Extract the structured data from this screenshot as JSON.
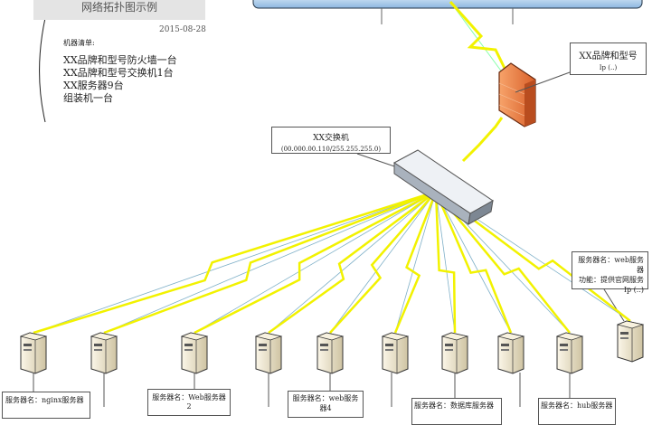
{
  "title": "网络拓扑图示例",
  "date": "2015-08-28",
  "inventory": {
    "heading": "机器清单:",
    "items": [
      "XX品牌和型号防火墙一台",
      "XX品牌和型号交换机1台",
      "XX服务器9台",
      "组装机一台"
    ]
  },
  "firewall": {
    "name": "XX品牌和型号",
    "ip": "Ip (..)"
  },
  "switch": {
    "name": "XX交换机",
    "ip": "(00.000.00.110/255.255.255.0)"
  },
  "web_server": {
    "name": "服务器名：web服务器",
    "function": "功能：提供官网服务",
    "ip": "Ip (..)"
  },
  "server_labels": [
    "服务器名：nginx服务器",
    "服务器名：Web服务器2",
    "服务器名：web服务器4",
    "服务器名：数据库服务器",
    "服务器名：hub服务器"
  ],
  "colors": {
    "link": "#f2f200",
    "bus": "#9cc3e6",
    "firewall": "#f08a4b",
    "server": "#ede3c8"
  }
}
